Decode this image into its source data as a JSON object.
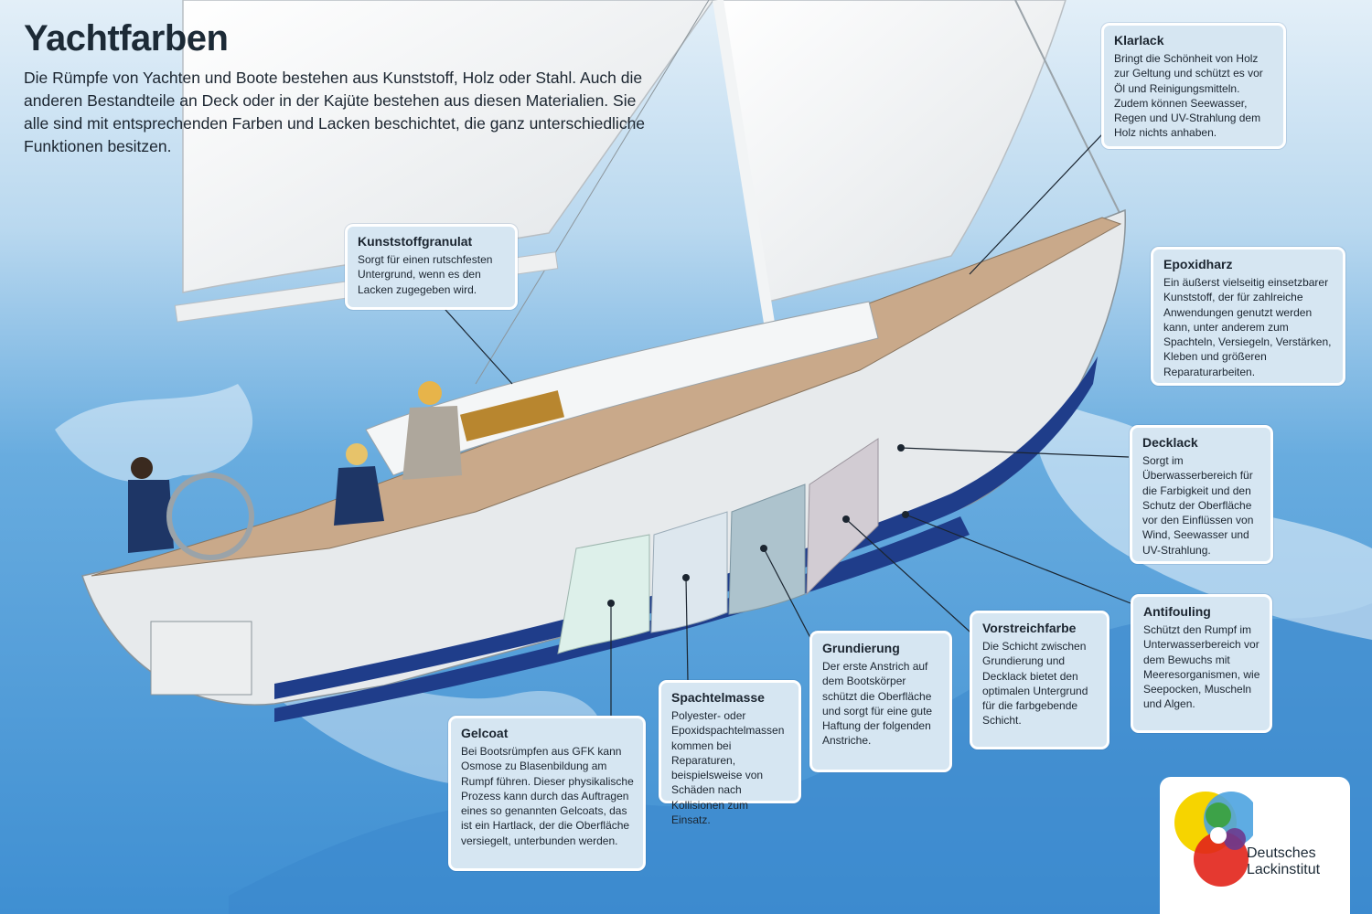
{
  "header": {
    "title": "Yachtfarben",
    "intro": "Die Rümpfe von Yachten und Boote bestehen aus Kunststoff, Holz oder Stahl. Auch die anderen Bestandteile an Deck oder in der Kajüte bestehen aus diesen Materialien.  Sie alle sind mit entsprechenden Farben und Lacken beschichtet, die ganz unterschiedliche Funktionen besitzen."
  },
  "boxes": {
    "klarlack": {
      "title": "Klarlack",
      "text": "Bringt die Schönheit von Holz zur Geltung und schützt es vor Öl und Reinigungsmitteln. Zudem können Seewasser, Regen und UV-Strahlung dem Holz nichts anhaben."
    },
    "kunststoffgranulat": {
      "title": "Kunststoffgranulat",
      "text": "Sorgt für einen rutschfesten Untergrund, wenn es den Lacken zugegeben wird."
    },
    "epoxidharz": {
      "title": "Epoxidharz",
      "text": "Ein äußerst vielseitig einsetzbarer Kunststoff, der für zahlreiche Anwendungen genutzt werden kann, unter anderem zum Spachteln, Versiegeln, Verstärken, Kleben und größeren Reparaturarbeiten."
    },
    "decklack": {
      "title": "Decklack",
      "text": "Sorgt im Überwasserbereich für die Farbigkeit und den Schutz der Oberfläche vor den Einflüssen von Wind, Seewasser und UV-Strahlung."
    },
    "antifouling": {
      "title": "Antifouling",
      "text": "Schützt den Rumpf im Unterwasserbereich vor dem Bewuchs mit Meeresorganismen, wie Seepocken, Muscheln und Algen."
    },
    "vorstreichfarbe": {
      "title": "Vorstreichfarbe",
      "text": "Die Schicht zwischen Grundierung und Decklack bietet den optimalen Untergrund für die farbgebende Schicht."
    },
    "grundierung": {
      "title": "Grundierung",
      "text": "Der erste Anstrich auf dem Bootskörper schützt die Oberfläche und sorgt für eine gute Haftung der folgenden Anstriche."
    },
    "spachtelmasse": {
      "title": "Spachtelmasse",
      "text": "Polyester- oder Epoxidspachtelmassen kommen bei Reparaturen, beispielsweise von Schäden nach Kollisionen zum Einsatz."
    },
    "gelcoat": {
      "title": "Gelcoat",
      "text": "Bei Bootsrümpfen aus GFK kann Osmose zu Blasenbildung am Rumpf führen. Dieser physikalische Prozess kann durch das Auftragen eines so genannten Gelcoats, das ist ein Hartlack, der die Oberfläche versiegelt, unterbunden werden."
    }
  },
  "logo": {
    "line1": "Deutsches",
    "line2": "Lackinstitut"
  },
  "colors": {
    "sea": "#4f9ad6",
    "sky": "#cfe3f2",
    "hull": "#e9ecee",
    "stripe": "#1f3d8a",
    "box_bg": "#d6e6f2",
    "deck": "#c9a98a",
    "logo_yellow": "#f6d400",
    "logo_green": "#3aa13a",
    "logo_blue": "#4da3e0",
    "logo_red": "#e2231a",
    "logo_purple": "#6b3a8e"
  }
}
